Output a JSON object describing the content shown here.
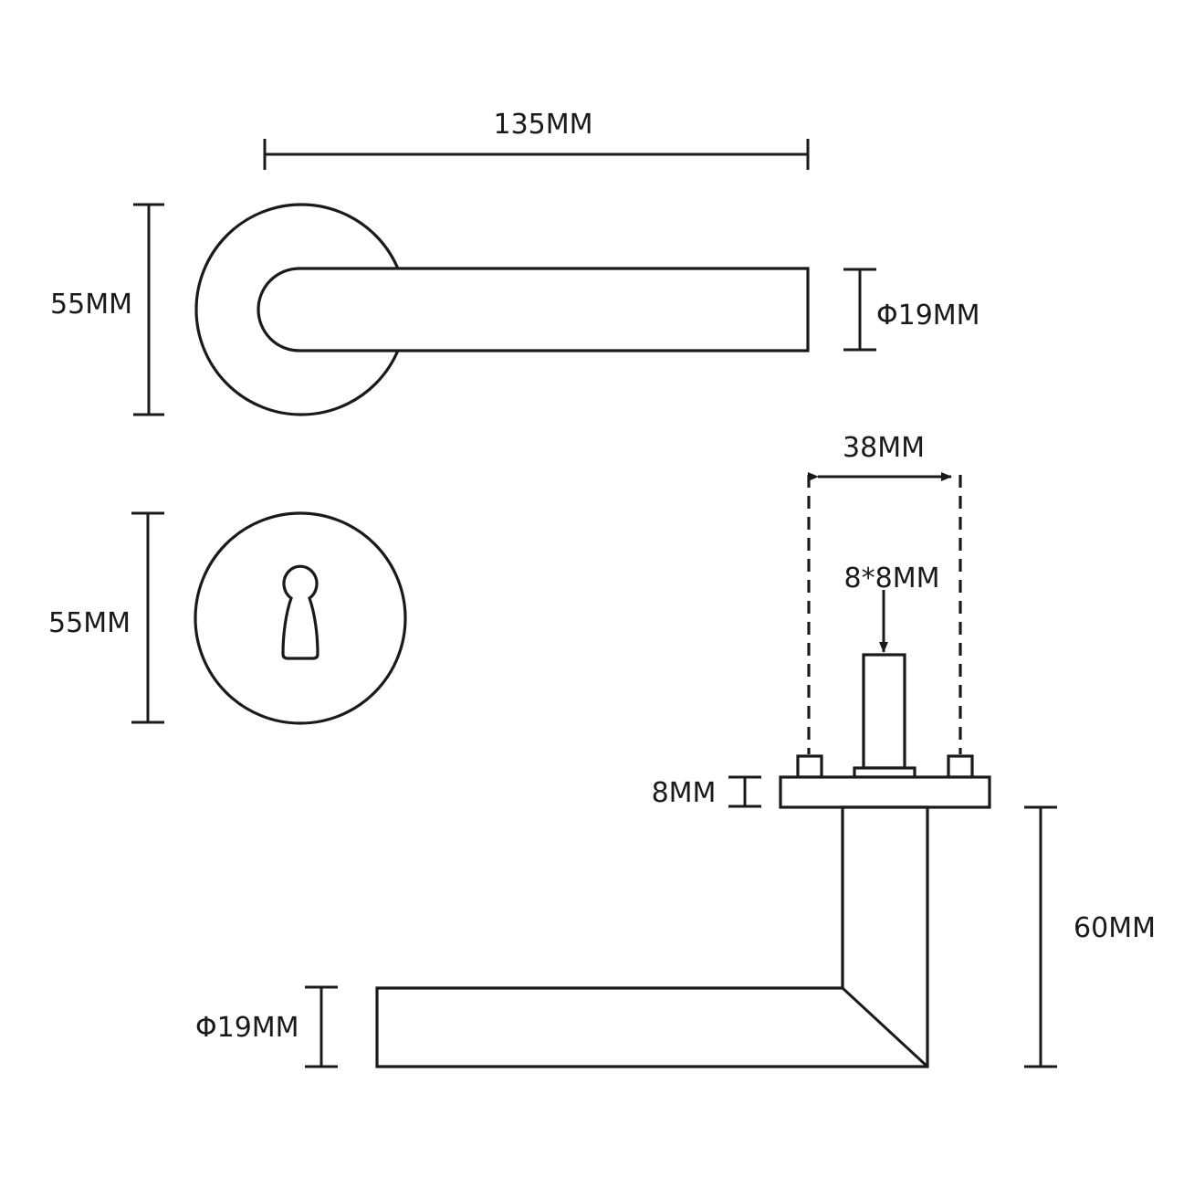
{
  "labels": {
    "top_width": "135MM",
    "rose_height": "55MM",
    "lever_diameter_top": "Φ19MM",
    "escutcheon_height": "55MM",
    "screw_spacing": "38MM",
    "spindle_size": "8*8MM",
    "plate_thickness": "8MM",
    "lever_projection": "60MM",
    "lever_diameter_side": "Φ19MM"
  }
}
